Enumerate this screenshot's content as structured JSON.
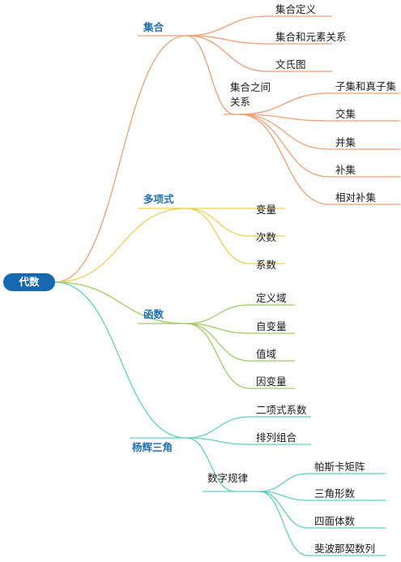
{
  "colors": {
    "root_fill": "#1668b3",
    "branch_text": "#1f6fb5",
    "sets": "#ef9f72",
    "poly": "#ead24f",
    "func": "#9fce5c",
    "yang": "#5fd1bd"
  },
  "root": {
    "label": "代数"
  },
  "branches": {
    "sets": {
      "label": "集合",
      "children": [
        "集合定义",
        "集合和元素关系",
        "文氏图"
      ],
      "sub": {
        "label_line1": "集合之间",
        "label_line2": "关系",
        "children": [
          "子集和真子集",
          "交集",
          "并集",
          "补集",
          "相对补集"
        ]
      }
    },
    "poly": {
      "label": "多项式",
      "children": [
        "变量",
        "次数",
        "系数"
      ]
    },
    "func": {
      "label": "函数",
      "children": [
        "定义域",
        "自变量",
        "值域",
        "因变量"
      ]
    },
    "yang": {
      "label": "杨辉三角",
      "children": [
        "二项式系数",
        "排列组合"
      ],
      "sub": {
        "label": "数字规律",
        "children": [
          "帕斯卡矩阵",
          "三角形数",
          "四面体数",
          "斐波那契数列"
        ]
      }
    }
  }
}
